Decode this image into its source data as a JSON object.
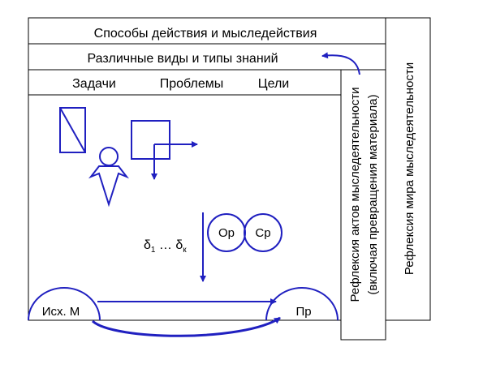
{
  "rows": {
    "methods": "Способы действия и мыследействия",
    "knowledge": "Различные виды и типы знаний"
  },
  "goals": {
    "tasks": "Задачи",
    "problems": "Проблемы",
    "aims": "Цели"
  },
  "reflection": {
    "acts_line1": "Рефлексия актов мыследеятельности",
    "acts_line2": "(включая превращения материала)",
    "world": "Рефлексия мира мыследеятельности"
  },
  "delta": {
    "symbol": "δ",
    "first_index": "1",
    "ellipsis": " … ",
    "last_index": "к"
  },
  "circles": {
    "op": "Ор",
    "sr": "Ср"
  },
  "process": {
    "source": "Исх. М",
    "product": "Пр"
  },
  "colors": {
    "accent": "#2020c0",
    "line": "#000000"
  }
}
